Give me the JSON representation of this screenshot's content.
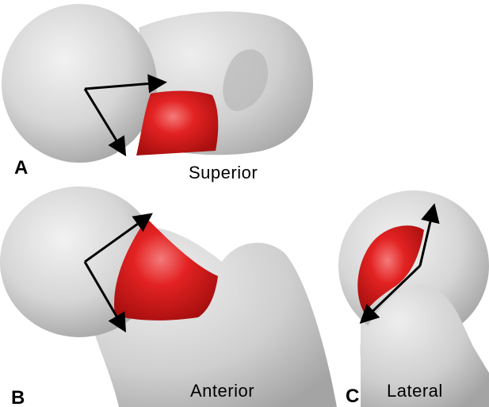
{
  "panels": [
    {
      "letter": "A",
      "view": "Superior"
    },
    {
      "letter": "B",
      "view": "Anterior"
    },
    {
      "letter": "C",
      "view": "Lateral"
    }
  ],
  "colors": {
    "bone": "#d4d4d4",
    "bone_shade": "#9a9a9a",
    "lesion": "#e32222",
    "arrow": "#000000",
    "background": "#ffffff"
  }
}
